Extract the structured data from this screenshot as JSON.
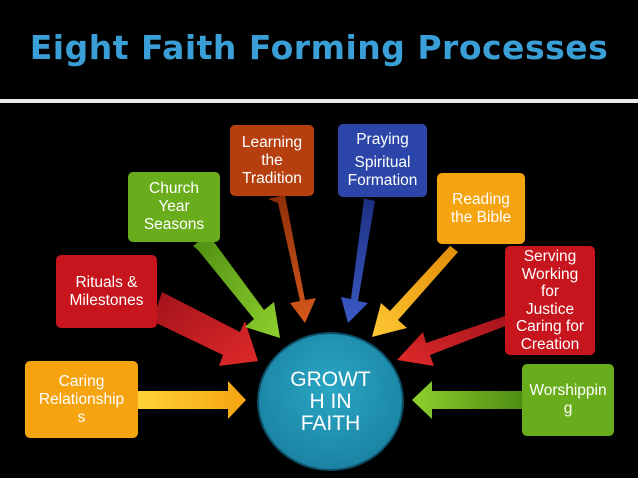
{
  "title": "Eight Faith Forming Processes",
  "hub": {
    "lines": [
      "GROWT",
      "H IN",
      "FAITH"
    ]
  },
  "boxes": {
    "caring": {
      "lines": [
        "Caring",
        "Relationship",
        "s"
      ],
      "color": "#f5a30e"
    },
    "rituals": {
      "lines": [
        "Rituals &",
        "Milestones"
      ],
      "color": "#c6151c"
    },
    "church": {
      "lines": [
        "Church",
        "Year",
        "Seasons"
      ],
      "color": "#69ad1d"
    },
    "learning": {
      "lines": [
        "Learning",
        "the",
        "Tradition"
      ],
      "color": "#b53f0e"
    },
    "praying": {
      "lines": [
        "Praying",
        "Spiritual",
        "Formation"
      ],
      "color": "#2b46a8"
    },
    "reading": {
      "lines": [
        "Reading",
        "the Bible"
      ],
      "color": "#f5a30e"
    },
    "serving": {
      "lines": [
        "Serving",
        "Working",
        "for",
        "Justice",
        "Caring for",
        "Creation"
      ],
      "color": "#c6151c"
    },
    "worship": {
      "lines": [
        "Worshippin",
        "g"
      ],
      "color": "#69ad1d"
    }
  }
}
